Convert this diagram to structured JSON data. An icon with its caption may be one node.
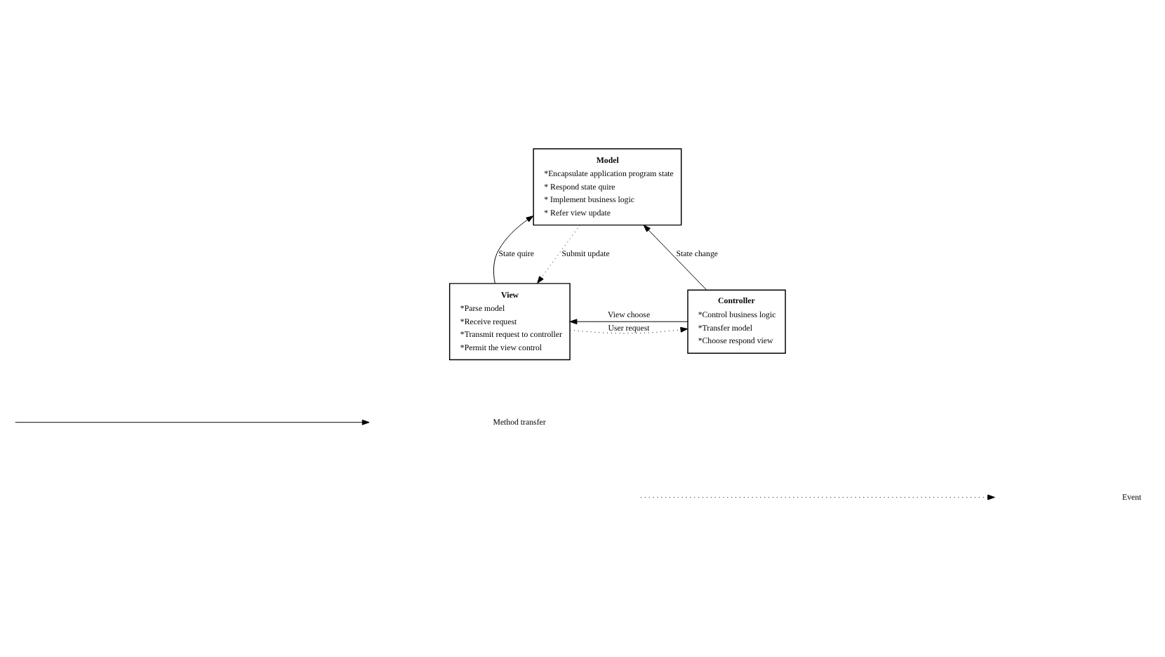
{
  "diagram": {
    "nodes": [
      {
        "text": [
          "Model",
          "*Encapsulate application program state",
          "* Respond state quire",
          "* Implement business logic",
          "* Refer view update"
        ]
      },
      {
        "text": [
          "View",
          "*Parse model",
          "*Receive request",
          "*Transmit request to controller",
          "*Permit the view control"
        ]
      },
      {
        "text": [
          "Controller",
          "*Control business logic",
          "*Transfer model",
          "*Choose respond view"
        ]
      }
    ],
    "edges": [
      {
        "from": 1,
        "to": 0,
        "arrow": "to",
        "label": "State quire"
      },
      {
        "from": 0,
        "to": 1,
        "arrow": "to",
        "label": "Submit update",
        "style": "dashed"
      },
      {
        "from": 2,
        "to": 0,
        "arrow": "to",
        "label": "State change"
      },
      {
        "from": 2,
        "to": 1,
        "arrow": "to",
        "label": "View choose"
      },
      {
        "from": 1,
        "to": 2,
        "arrow": "to",
        "label": "User request",
        "style": "dashed"
      }
    ],
    "legend": [
      {
        "text": "Method transfer"
      },
      {
        "text": "Event"
      }
    ]
  }
}
